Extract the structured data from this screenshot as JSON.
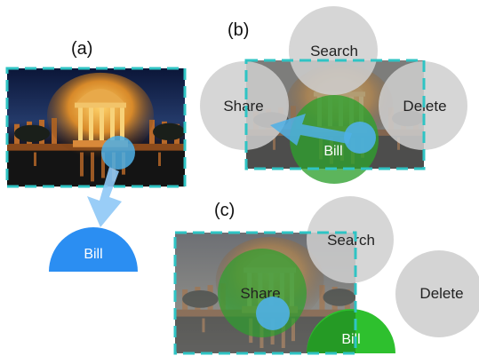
{
  "panels": {
    "a": {
      "label": "(a)",
      "bill": "Bill"
    },
    "b": {
      "label": "(b)",
      "top": "Search",
      "left": "Share",
      "right": "Delete",
      "bill": "Bill"
    },
    "c": {
      "label": "(c)",
      "top": "Search",
      "right": "Delete",
      "overlay": "Share",
      "bill": "Bill"
    }
  },
  "colors": {
    "frame_dash": "#2fc4c4",
    "bill_blue": "#2b8ef2",
    "menu_gray": "#d2d2d2",
    "touch_blue": "#4fb0e6",
    "green": "#2ec02e"
  }
}
